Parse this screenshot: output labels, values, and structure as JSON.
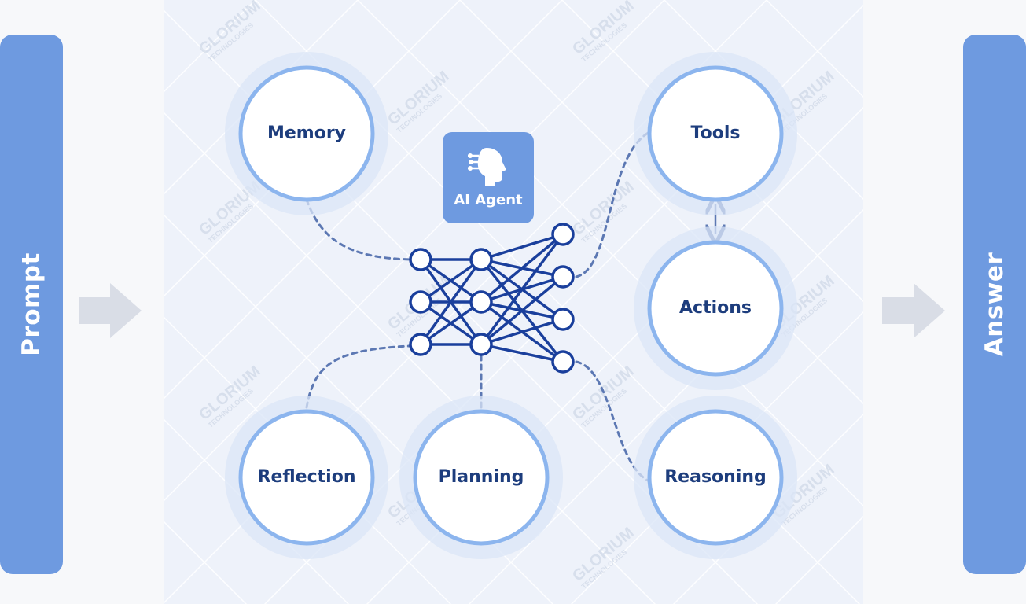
{
  "colors": {
    "page_bg": "#f7f8fa",
    "panel_bg": "#eef2fa",
    "side_bar": "#6e9ae0",
    "node_ring": "#8cb5ee",
    "node_halo": "#dbe6f7",
    "label_text": "#1d3d7d",
    "network": "#1a3f9c",
    "dashed_link": "#5c78b3",
    "arrow": "#d9dde6",
    "badge_bg": "#6e9ae0"
  },
  "prompt": {
    "label": "Prompt"
  },
  "answer": {
    "label": "Answer"
  },
  "agent": {
    "label": "AI Agent",
    "icon": "ai-head-icon"
  },
  "nodes": [
    {
      "id": "memory",
      "label": "Memory"
    },
    {
      "id": "tools",
      "label": "Tools"
    },
    {
      "id": "actions",
      "label": "Actions"
    },
    {
      "id": "reflection",
      "label": "Reflection"
    },
    {
      "id": "planning",
      "label": "Planning"
    },
    {
      "id": "reasoning",
      "label": "Reasoning"
    }
  ],
  "links": [
    {
      "from": "memory",
      "to": "network"
    },
    {
      "from": "network",
      "to": "tools"
    },
    {
      "from": "tools",
      "to": "actions",
      "style": "double-arrow"
    },
    {
      "from": "reflection",
      "to": "network"
    },
    {
      "from": "planning",
      "to": "network"
    },
    {
      "from": "network",
      "to": "reasoning"
    }
  ],
  "watermark": {
    "line1": "GLORIUM",
    "line2": "TECHNOLOGIES"
  }
}
